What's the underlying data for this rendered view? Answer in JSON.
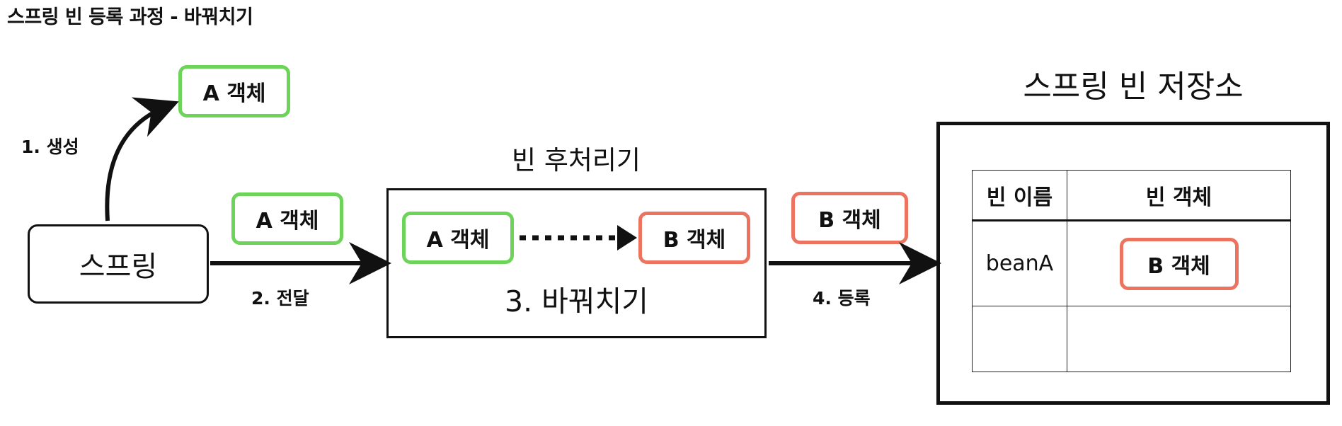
{
  "title": "스프링 빈 등록 과정 - 바꿔치기",
  "spring": {
    "label": "스프링"
  },
  "step1": {
    "label": "1. 생성",
    "object": "A 객체"
  },
  "step2": {
    "label": "2. 전달",
    "object": "A 객체"
  },
  "processor": {
    "heading": "빈 후처리기",
    "from_object": "A 객체",
    "to_object": "B 객체",
    "step_label": "3. 바꿔치기"
  },
  "step4": {
    "label": "4. 등록",
    "object": "B 객체"
  },
  "registry": {
    "heading": "스프링 빈 저장소",
    "columns": [
      "빈 이름",
      "빈 객체"
    ],
    "rows": [
      {
        "name": "beanA",
        "object": "B 객체"
      },
      {
        "name": "",
        "object": ""
      }
    ]
  },
  "colors": {
    "original_object_border": "#6dd45a",
    "replaced_object_border": "#ec7360",
    "ink": "#111111"
  }
}
